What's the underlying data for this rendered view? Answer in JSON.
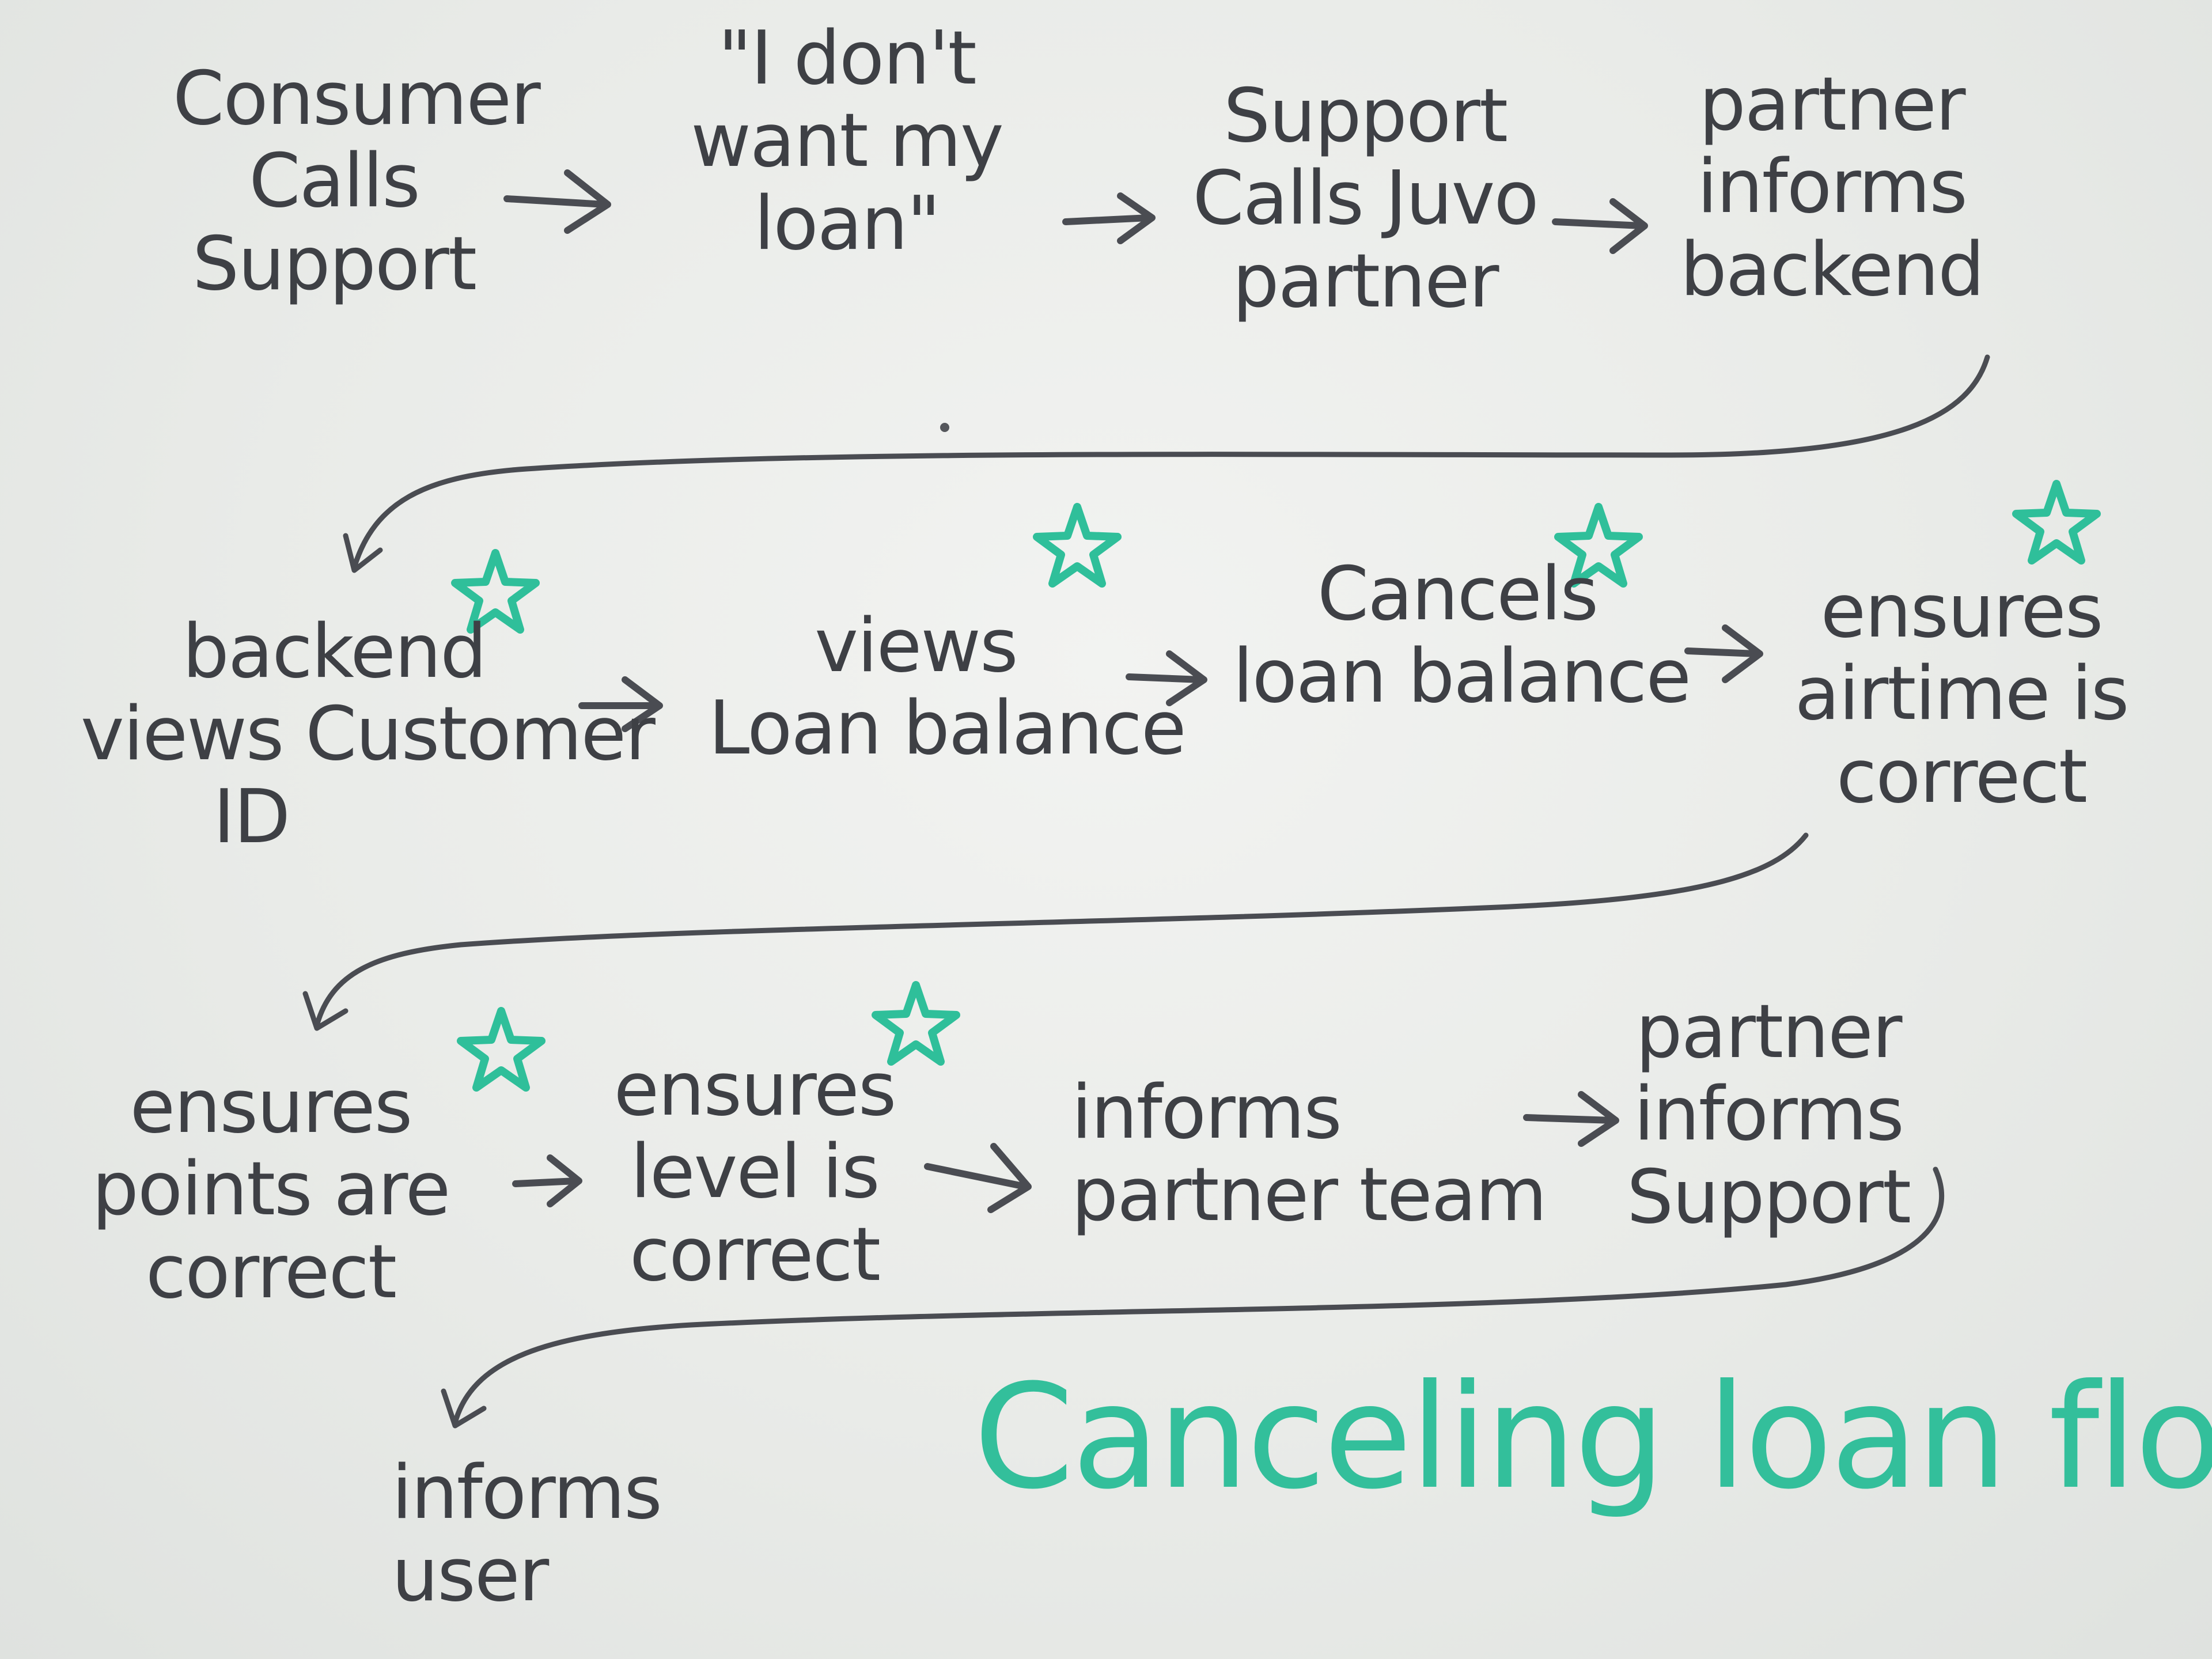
{
  "title": "Canceling loan flow",
  "colors": {
    "board": "#e9ebe9",
    "marker_dark": "#3e4045",
    "marker_green": "#33bf9b"
  },
  "nodes": [
    {
      "id": "consumer-calls-support",
      "lines": [
        "Consumer",
        "Calls",
        "Support"
      ],
      "starred": false
    },
    {
      "id": "dont-want-loan",
      "lines": [
        "\"I don't",
        "want my",
        "loan\""
      ],
      "starred": false
    },
    {
      "id": "support-calls-juvo-partner",
      "lines": [
        "Support",
        "Calls Juvo",
        "partner"
      ],
      "starred": false
    },
    {
      "id": "partner-informs-backend",
      "lines": [
        "partner",
        "informs",
        "backend"
      ],
      "starred": false
    },
    {
      "id": "backend-views-customer-id",
      "lines": [
        "backend",
        "views Customer",
        "ID"
      ],
      "starred": true
    },
    {
      "id": "views-loan-balance",
      "lines": [
        "views",
        "Loan balance"
      ],
      "starred": true
    },
    {
      "id": "cancels-loan-balance",
      "lines": [
        "Cancels",
        "loan balance"
      ],
      "starred": true
    },
    {
      "id": "ensures-airtime-correct",
      "lines": [
        "ensures",
        "airtime is",
        "correct"
      ],
      "starred": true
    },
    {
      "id": "ensures-points-correct",
      "lines": [
        "ensures",
        "points are",
        "correct"
      ],
      "starred": true
    },
    {
      "id": "ensures-level-correct",
      "lines": [
        "ensures",
        "level is",
        "correct"
      ],
      "starred": true
    },
    {
      "id": "informs-partner-team",
      "lines": [
        "informs",
        "partner team"
      ],
      "starred": false
    },
    {
      "id": "partner-informs-support",
      "lines": [
        "partner",
        "informs",
        "Support"
      ],
      "starred": false
    },
    {
      "id": "informs-user",
      "lines": [
        "informs",
        "user"
      ],
      "starred": false
    }
  ]
}
